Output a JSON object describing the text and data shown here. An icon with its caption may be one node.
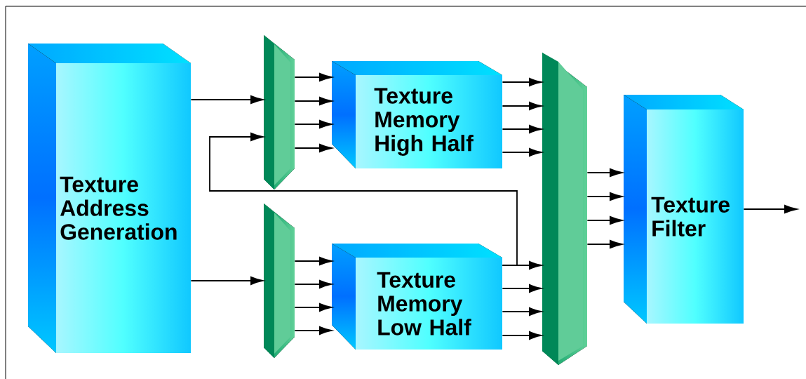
{
  "diagram": {
    "nodes": [
      {
        "text": [
          "Texture Address Generation"
        ]
      },
      {
        "text": [],
        "shape": "bar"
      },
      {
        "text": [
          "Texture Memory High Half"
        ]
      },
      {
        "text": [],
        "shape": "bar"
      },
      {
        "text": [
          "Texture Memory Low Half"
        ]
      },
      {
        "text": [],
        "shape": "bar"
      },
      {
        "text": [
          "Texture Filter"
        ]
      }
    ],
    "edges": [
      {
        "from": 0,
        "to": 1,
        "arrow": "to"
      },
      {
        "from": 0,
        "to": 3,
        "arrow": "to"
      },
      {
        "from": 1,
        "to": 2,
        "arrow": "to"
      },
      {
        "from": 1,
        "to": 2,
        "arrow": "to"
      },
      {
        "from": 1,
        "to": 2,
        "arrow": "to"
      },
      {
        "from": 1,
        "to": 2,
        "arrow": "to"
      },
      {
        "from": 3,
        "to": 4,
        "arrow": "to"
      },
      {
        "from": 3,
        "to": 4,
        "arrow": "to"
      },
      {
        "from": 3,
        "to": 4,
        "arrow": "to"
      },
      {
        "from": 3,
        "to": 4,
        "arrow": "to"
      },
      {
        "from": 2,
        "to": 5,
        "arrow": "to"
      },
      {
        "from": 2,
        "to": 5,
        "arrow": "to"
      },
      {
        "from": 2,
        "to": 5,
        "arrow": "to"
      },
      {
        "from": 2,
        "to": 5,
        "arrow": "to"
      },
      {
        "from": 4,
        "to": 5,
        "arrow": "to"
      },
      {
        "from": 4,
        "to": 5,
        "arrow": "to"
      },
      {
        "from": 4,
        "to": 5,
        "arrow": "to"
      },
      {
        "from": 4,
        "to": 5,
        "arrow": "to"
      },
      {
        "from": 4,
        "to": 1,
        "arrow": "to"
      },
      {
        "from": 5,
        "to": 6,
        "arrow": "to"
      },
      {
        "from": 5,
        "to": 6,
        "arrow": "to"
      },
      {
        "from": 5,
        "to": 6,
        "arrow": "to"
      },
      {
        "from": 5,
        "to": 6,
        "arrow": "to"
      },
      {
        "from": 6,
        "to": null,
        "arrow": "to"
      }
    ]
  }
}
